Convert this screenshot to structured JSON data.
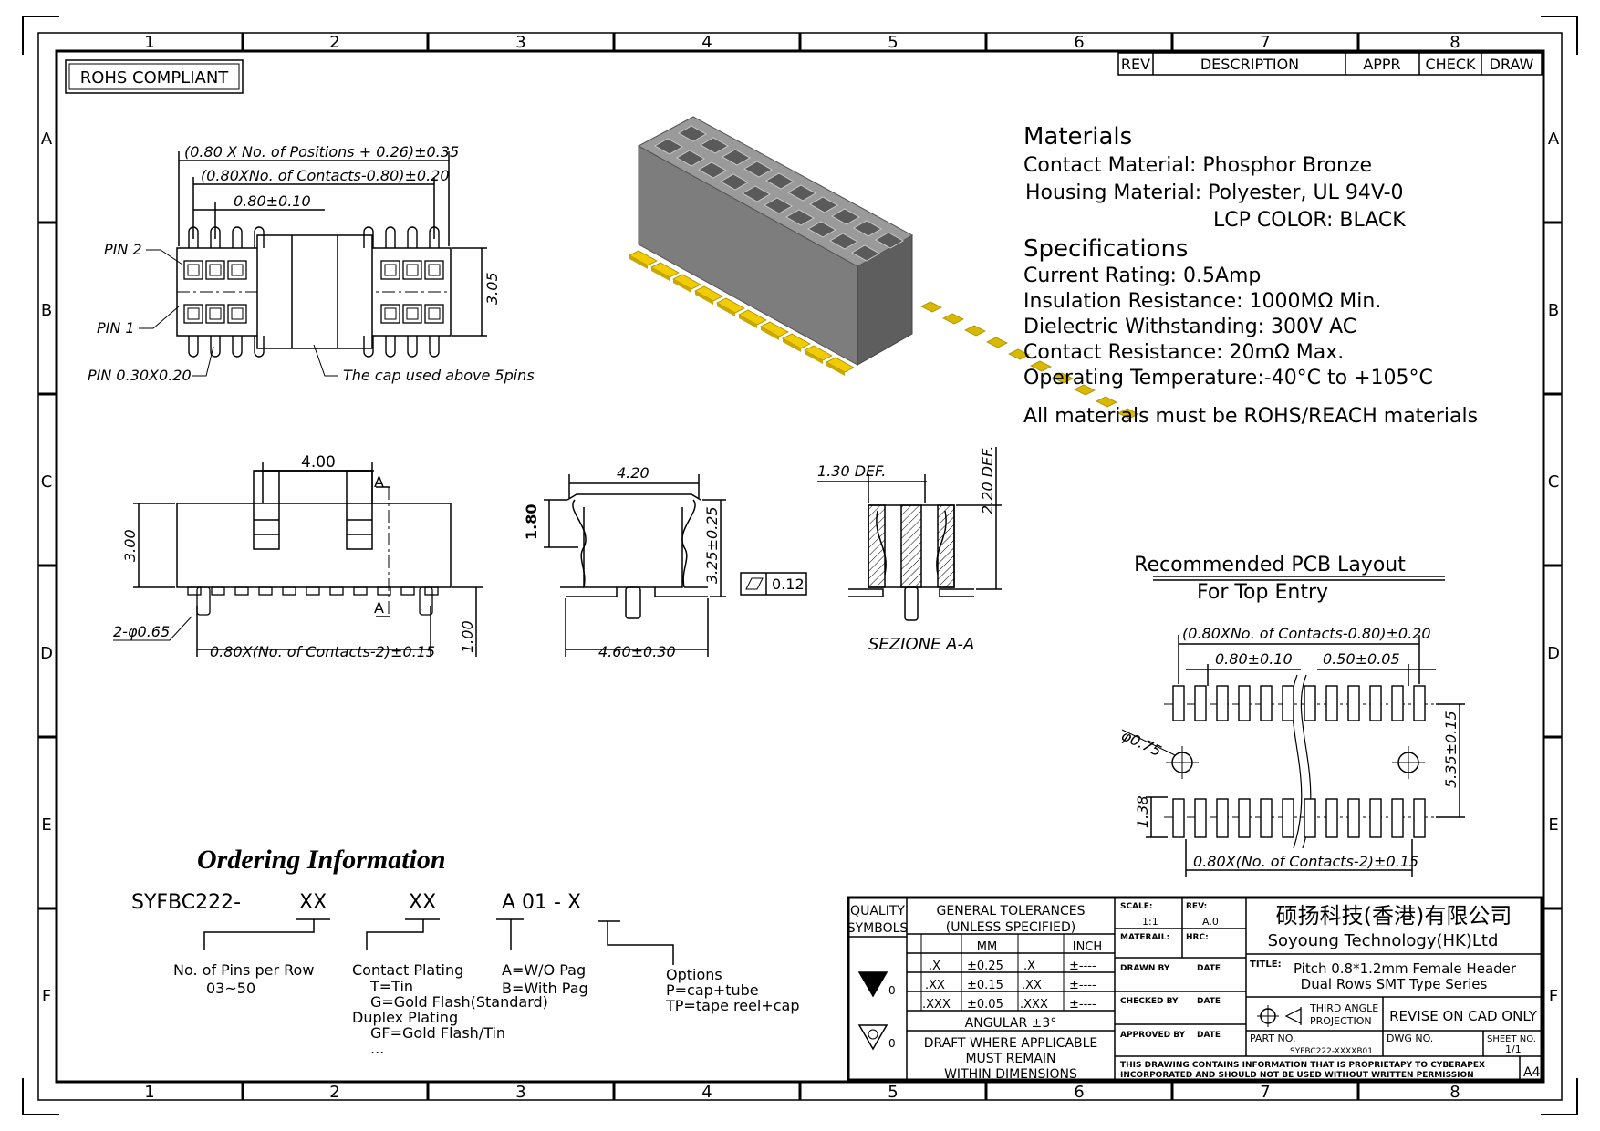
{
  "frame": {
    "columns": [
      "1",
      "2",
      "3",
      "4",
      "5",
      "6",
      "7",
      "8"
    ],
    "rows": [
      "A",
      "B",
      "C",
      "D",
      "E",
      "F"
    ]
  },
  "rohs_badge": "ROHS COMPLIANT",
  "revision_table": {
    "headers": [
      "REV",
      "DESCRIPTION",
      "APPR",
      "CHECK",
      "DRAW"
    ]
  },
  "top_view": {
    "dims": [
      "(0.80 X No. of Positions + 0.26)±0.35",
      "(0.80XNo. of Contacts-0.80)±0.20",
      "0.80±0.10",
      "3.05"
    ],
    "labels": [
      "PIN 2",
      "PIN 1",
      "PIN 0.30X0.20",
      "The cap used above 5pins"
    ]
  },
  "materials": {
    "heading": "Materials",
    "lines": [
      "Contact Material: Phosphor Bronze",
      "Housing Material: Polyester, UL 94V-0",
      "LCP   COLOR: BLACK"
    ]
  },
  "specifications": {
    "heading": "Specifications",
    "lines": [
      "Current Rating:  0.5Amp",
      "Insulation Resistance: 1000MΩ Min.",
      "Dielectric Withstanding:  300V AC",
      "Contact Resistance:  20mΩ Max.",
      "Operating Temperature:-40°C to +105°C"
    ],
    "note": "All materials must be ROHS/REACH materials"
  },
  "front_view": {
    "dims": [
      "4.00",
      "3.00",
      "2-φ0.65",
      "0.80X(No. of Contacts-2)±0.15",
      "1.00"
    ],
    "section_marks": [
      "A",
      "A"
    ]
  },
  "side_view": {
    "dims": [
      "4.20",
      "1.80",
      "3.25±0.25",
      "4.60±0.30"
    ],
    "flatness": "0.12"
  },
  "section_view": {
    "dims": [
      "1.30 DEF.",
      "2.20 DEF."
    ],
    "label": "SEZIONE A-A"
  },
  "pcb_layout": {
    "title": "Recommended PCB Layout",
    "subtitle": "For Top Entry",
    "dims": [
      "(0.80XNo. of Contacts-0.80)±0.20",
      "0.80±0.10",
      "0.50±0.05",
      "φ0.75",
      "5.35±0.15",
      "1.38",
      "0.80X(No. of Contacts-2)±0.15"
    ],
    "pads_per_row": 12
  },
  "ordering": {
    "title": "Ordering Information",
    "code_parts": [
      "SYFBC222-",
      "XX",
      "XX",
      "A 01 - X"
    ],
    "pins": {
      "label": "No. of Pins per Row",
      "range": "03~50"
    },
    "plating": {
      "label": "Contact Plating",
      "options": [
        "T=Tin",
        "G=Gold Flash(Standard)"
      ],
      "duplex": "Duplex Plating",
      "duplex_options": [
        "GF=Gold Flash/Tin",
        "..."
      ]
    },
    "pag": [
      "A=W/O Pag",
      "B=With Pag"
    ],
    "options": {
      "label": "Options",
      "items": [
        "P=cap+tube",
        "TP=tape reel+cap"
      ]
    }
  },
  "title_block": {
    "quality": [
      "QUALITY",
      "SYMBOLS"
    ],
    "sym_marks": [
      "0",
      "0"
    ],
    "tolerances_head": [
      "GENERAL TOLERANCES",
      "(UNLESS SPECIFIED)"
    ],
    "units": [
      "MM",
      "INCH"
    ],
    "rows": [
      {
        "k": ".X",
        "mm": "±0.25",
        "ik": ".X",
        "in": "±----"
      },
      {
        "k": ".XX",
        "mm": "±0.15",
        "ik": ".XX",
        "in": "±----"
      },
      {
        "k": ".XXX",
        "mm": "±0.05",
        "ik": ".XXX",
        "in": "±----"
      }
    ],
    "angular": "ANGULAR ±3°",
    "draft_note": [
      "DRAFT WHERE APPLICABLE",
      "MUST REMAIN",
      "WITHIN DIMENSIONS"
    ],
    "scale_label": "SCALE:",
    "scale": "1:1",
    "rev_label": "REV:",
    "rev": "A.0",
    "material_label": "MATERAIL:",
    "hrc_label": "HRC:",
    "drawn_by": "DRAWN BY",
    "checked_by": "CHECKED BY",
    "approved_by": "APPROVED BY",
    "date": "DATE",
    "company_cn": "硕扬科技(香港)有限公司",
    "company_en": "Soyoung Technology(HK)Ltd",
    "title_label": "TITLE:",
    "title_lines": [
      "Pitch 0.8*1.2mm Female Header",
      "Dual Rows SMT Type Series"
    ],
    "projection": [
      "THIRD ANGLE",
      "PROJECTION"
    ],
    "revise_note": "REVISE ON CAD ONLY",
    "part_no_label": "PART NO.",
    "part_no": "SYFBC222-XXXXB01",
    "dwg_no_label": "DWG NO.",
    "sheet_label": "SHEET NO.",
    "sheet": "1/1",
    "proprietary": [
      "THIS DRAWING CONTAINS INFORMATION THAT IS PROPRIETAPY TO CYBERAPEX",
      "INCORPORATED AND SHOULD NOT BE USED WITHOUT WRITTEN PERMISSION"
    ],
    "paper_size": "A4"
  }
}
